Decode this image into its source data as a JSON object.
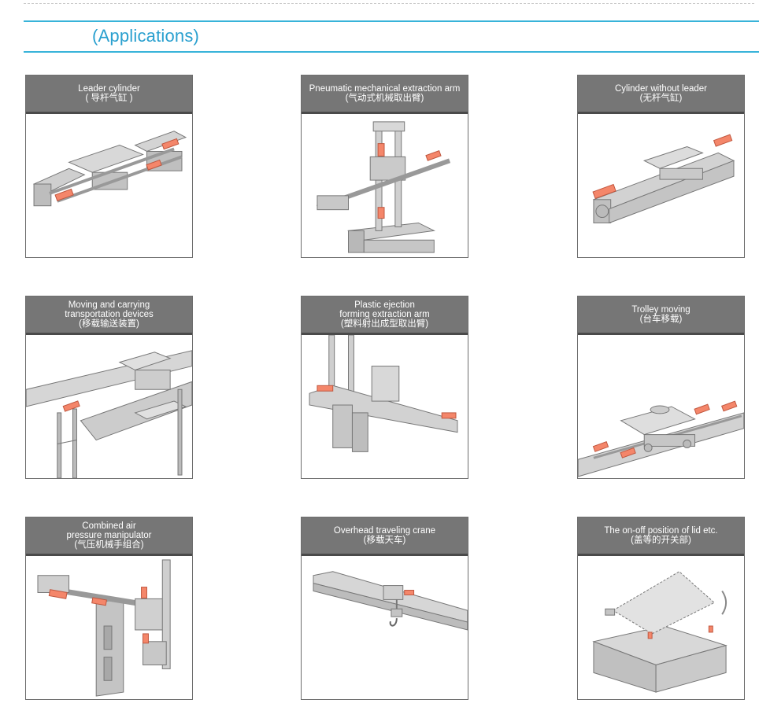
{
  "section": {
    "faint_prefix": "",
    "title": "(Applications)",
    "accent_color": "#2aa0cf",
    "header_bar_color": "#767676"
  },
  "cards": [
    {
      "title_lines": [
        "Leader cylinder",
        "( 导杆气缸 )"
      ],
      "illustration": "guided-cylinder-illustration"
    },
    {
      "title_lines": [
        "Pneumatic mechanical extraction arm",
        "(气动式机械取出臂)"
      ],
      "illustration": "extraction-arm-illustration"
    },
    {
      "title_lines": [
        "Cylinder without leader",
        "(无杆气缸)"
      ],
      "illustration": "rodless-cylinder-illustration"
    },
    {
      "title_lines": [
        "Moving and carrying",
        "transportation devices",
        "(移载输送装置)"
      ],
      "illustration": "conveyor-illustration"
    },
    {
      "title_lines": [
        "Plastic ejection",
        "forming extraction arm",
        "(塑料射出成型取出臂)"
      ],
      "illustration": "injection-arm-illustration"
    },
    {
      "title_lines": [
        "Trolley moving",
        "(台车移载)"
      ],
      "illustration": "trolley-illustration"
    },
    {
      "title_lines": [
        "Combined air",
        "pressure manipulator",
        "(气压机械手组合)"
      ],
      "illustration": "manipulator-illustration"
    },
    {
      "title_lines": [
        "Overhead traveling crane",
        "(移载天车)"
      ],
      "illustration": "crane-illustration"
    },
    {
      "title_lines": [
        "The on-off position of lid etc.",
        "(盖等的开关部)"
      ],
      "illustration": "lid-illustration"
    }
  ]
}
